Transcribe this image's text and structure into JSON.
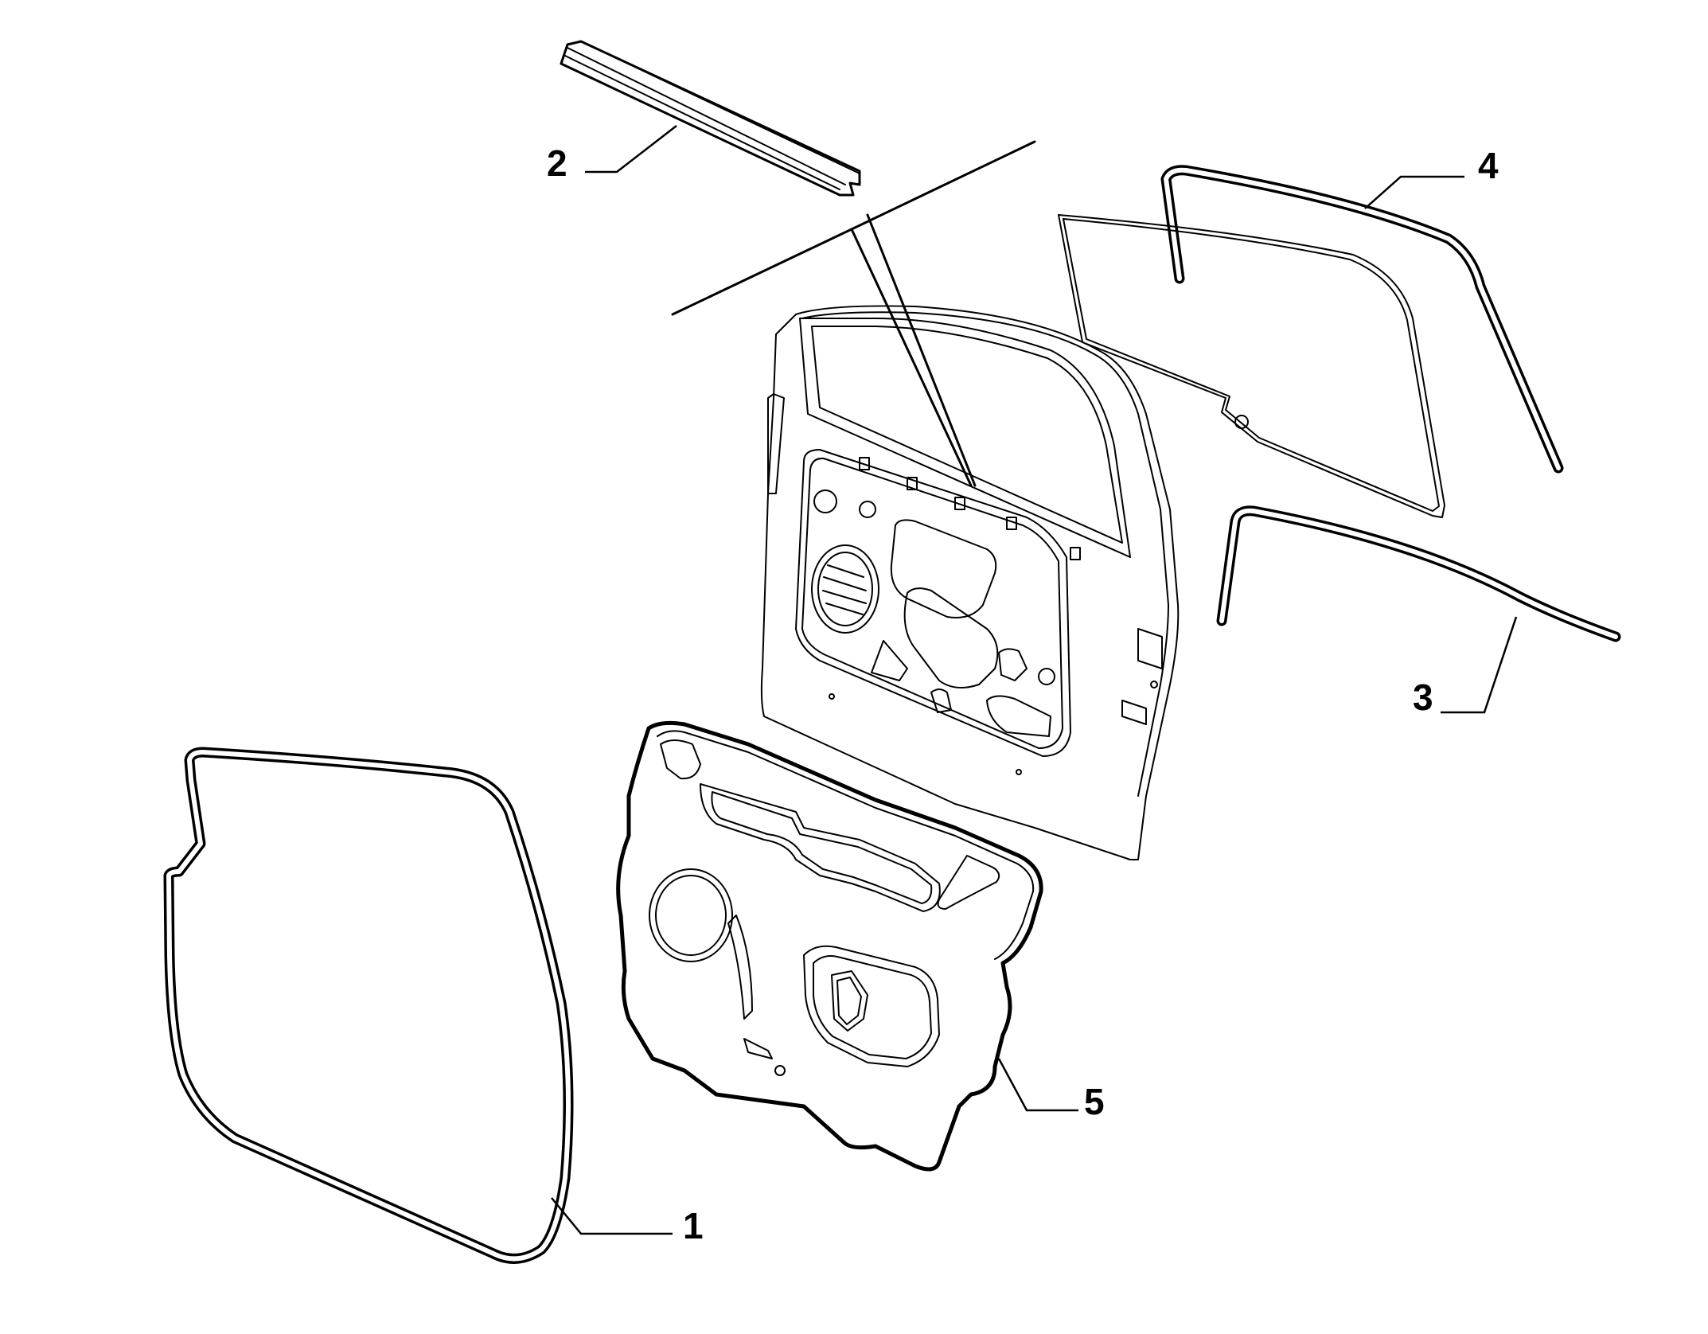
{
  "diagram": {
    "callouts": [
      {
        "id": "1",
        "label": "1",
        "part": "door-seal"
      },
      {
        "id": "2",
        "label": "2",
        "part": "window-sill-strip"
      },
      {
        "id": "3",
        "label": "3",
        "part": "lower-channel-seal"
      },
      {
        "id": "4",
        "label": "4",
        "part": "glass-run-channel"
      },
      {
        "id": "5",
        "label": "5",
        "part": "inner-trim-panel"
      }
    ],
    "colors": {
      "line": "#000000",
      "background": "#ffffff"
    }
  }
}
